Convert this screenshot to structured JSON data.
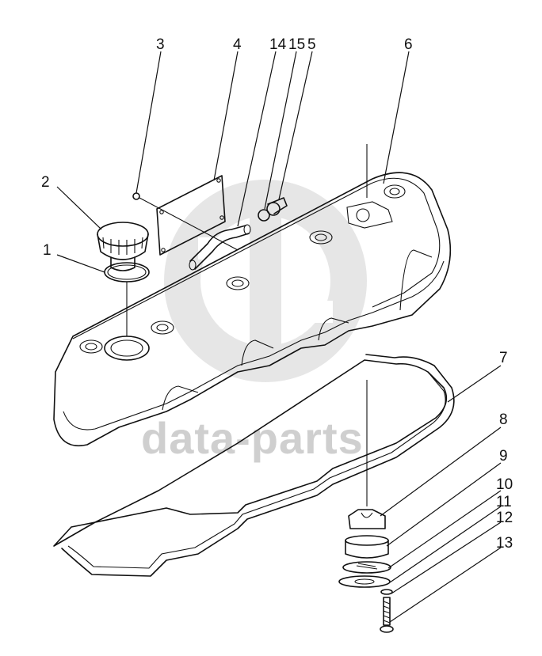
{
  "watermark": {
    "text": "data-parts",
    "color": "#cccccc"
  },
  "callouts": [
    {
      "id": "1",
      "label": "1"
    },
    {
      "id": "2",
      "label": "2"
    },
    {
      "id": "3",
      "label": "3"
    },
    {
      "id": "4",
      "label": "4"
    },
    {
      "id": "14",
      "label": "14"
    },
    {
      "id": "15",
      "label": "15"
    },
    {
      "id": "5",
      "label": "5"
    },
    {
      "id": "6",
      "label": "6"
    },
    {
      "id": "7",
      "label": "7"
    },
    {
      "id": "8",
      "label": "8"
    },
    {
      "id": "9",
      "label": "9"
    },
    {
      "id": "10",
      "label": "10"
    },
    {
      "id": "11",
      "label": "11"
    },
    {
      "id": "12",
      "label": "12"
    },
    {
      "id": "13",
      "label": "13"
    }
  ]
}
